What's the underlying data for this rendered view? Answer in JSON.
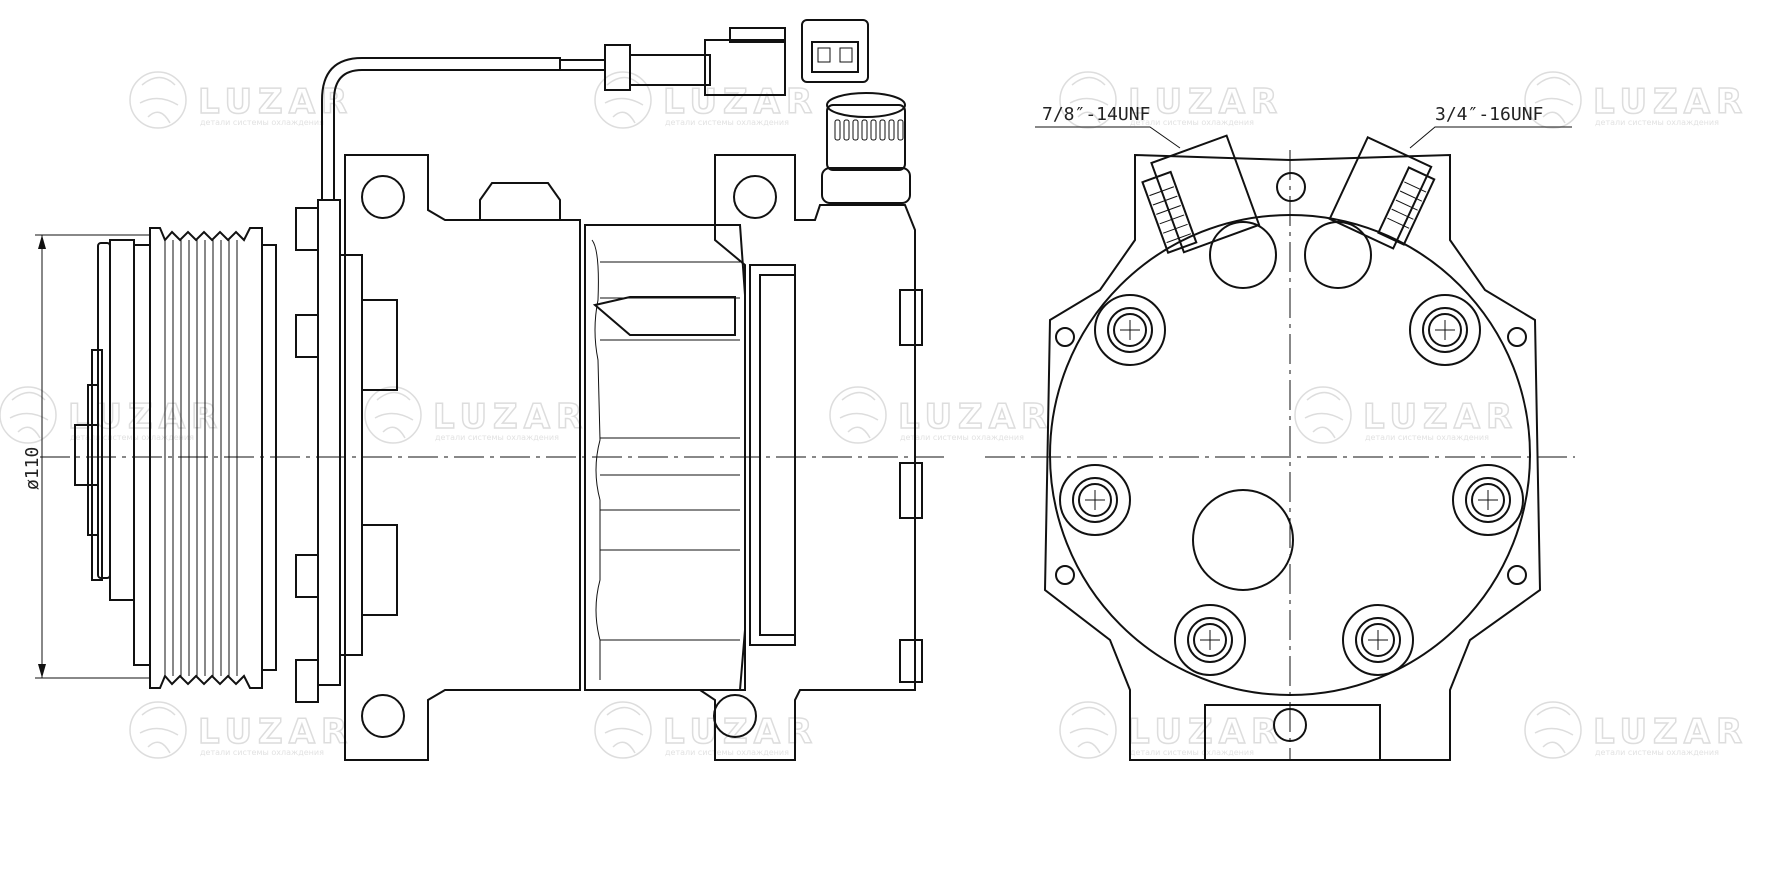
{
  "drawing": {
    "watermark_brand": "LUZAR",
    "watermark_tagline": "детали системы охлаждения",
    "dimension_diameter": "ø110",
    "thread_label_suction": "7/8″-14UNF",
    "thread_label_discharge": "3/4″-16UNF",
    "line_color": "#111111",
    "watermark_color": "#dddddd"
  }
}
